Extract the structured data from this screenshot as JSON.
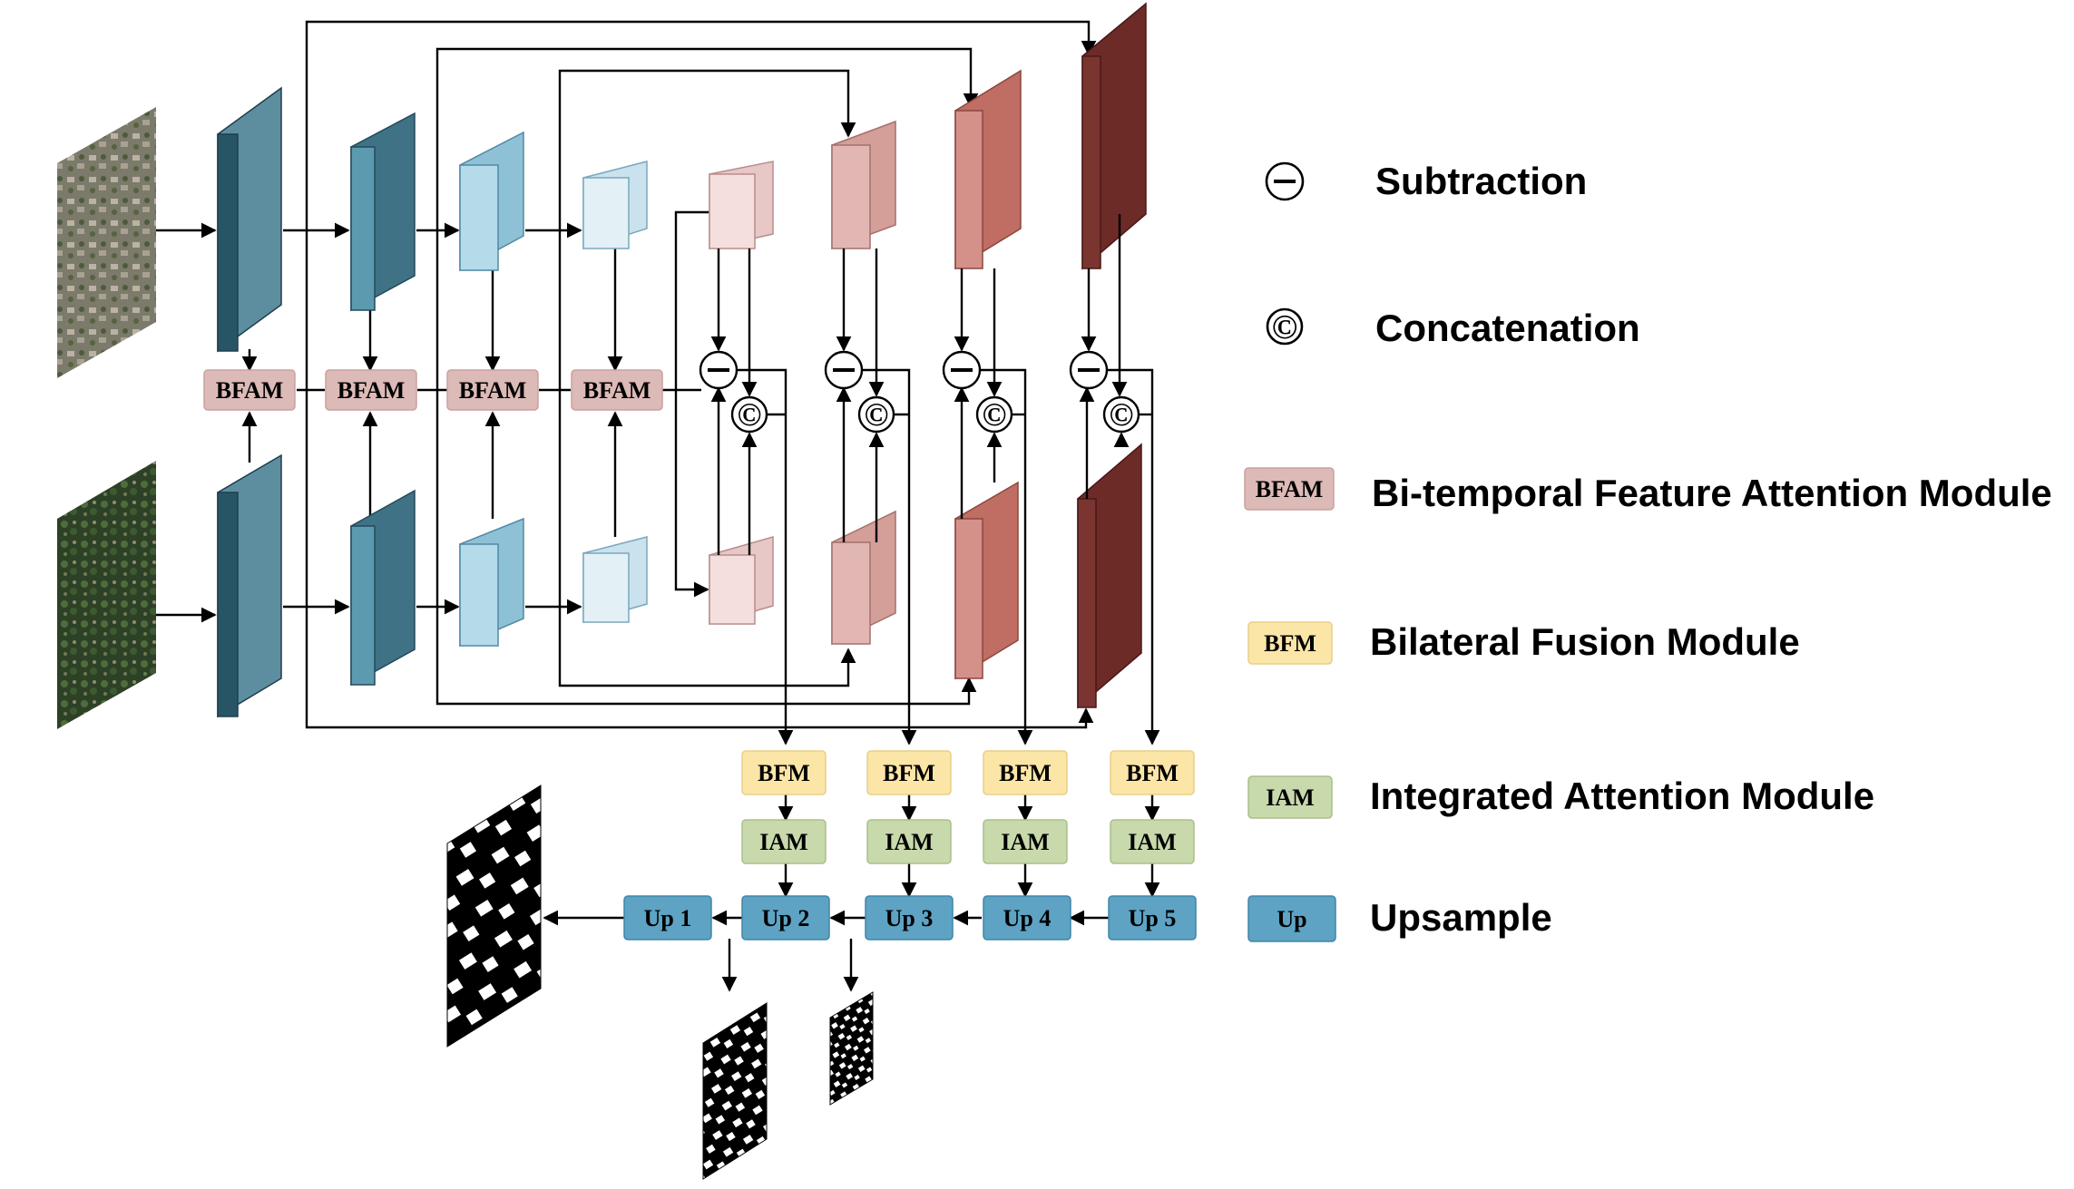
{
  "modules": {
    "bfam": "BFAM",
    "bfm": "BFM",
    "iam": "IAM",
    "up_stages": [
      "Up 1",
      "Up 2",
      "Up 3",
      "Up 4",
      "Up 5"
    ]
  },
  "symbols": {
    "subtraction": "⊖",
    "concatenation": "©"
  },
  "legend": [
    {
      "swatch": "",
      "label": "Subtraction",
      "kind": "subtraction"
    },
    {
      "swatch": "",
      "label": "Concatenation",
      "kind": "concatenation"
    },
    {
      "swatch": "BFAM",
      "label": "Bi-temporal Feature Attention Module",
      "kind": "bfam"
    },
    {
      "swatch": "BFM",
      "label": "Bilateral Fusion Module",
      "kind": "bfm"
    },
    {
      "swatch": "IAM",
      "label": "Integrated Attention Module",
      "kind": "iam"
    },
    {
      "swatch": "Up",
      "label": "Upsample",
      "kind": "up"
    }
  ],
  "colors": {
    "bfam": "#dcbab7",
    "bfm": "#fbe6a8",
    "iam": "#c8d9ac",
    "up": "#5ea3c4",
    "enc1": "#285566",
    "enc2": "#45889e",
    "enc3": "#a8d3e6",
    "enc4": "#dcecf4",
    "dec1": "#f3dcdb",
    "dec2": "#e0b5b1",
    "dec3": "#c97c72",
    "dec4": "#7a3530"
  }
}
